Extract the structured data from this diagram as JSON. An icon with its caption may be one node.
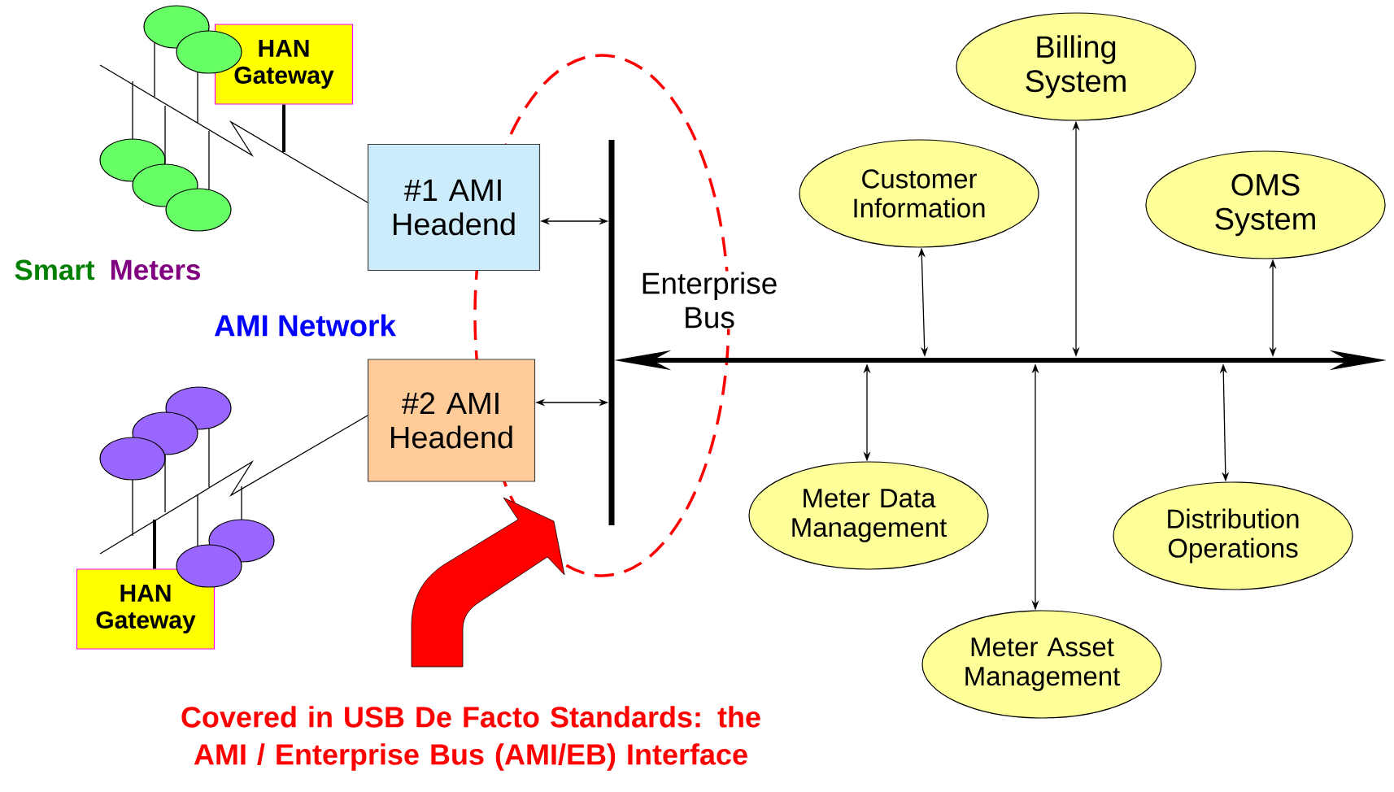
{
  "diagram": {
    "caption": "Covered in USB De Facto Standards: the AMI / Enterprise Bus (AMI/EB) Interface",
    "nodes": [
      {
        "text": [
          "HAN Gateway"
        ]
      },
      {
        "text": [
          "#1 AMI Headend"
        ]
      },
      {
        "text": [
          "#2 AMI Headend"
        ]
      },
      {
        "text": [
          "HAN Gateway"
        ]
      },
      {
        "text": [],
        "shape": "bar"
      },
      {
        "text": [],
        "shape": "bar"
      },
      {
        "text": [
          "Billing System"
        ]
      },
      {
        "text": [
          "Customer Information"
        ]
      },
      {
        "text": [
          "OMS System"
        ]
      },
      {
        "text": [
          "Meter Data Management"
        ]
      },
      {
        "text": [
          "Distribution Operations"
        ]
      },
      {
        "text": [
          "Meter Asset Management"
        ]
      },
      {
        "text": [],
        "shape": "circle"
      },
      {
        "text": [],
        "shape": "circle"
      },
      {
        "text": [],
        "shape": "circle"
      },
      {
        "text": [],
        "shape": "circle"
      },
      {
        "text": [],
        "shape": "circle"
      },
      {
        "text": [],
        "shape": "circle"
      },
      {
        "text": [],
        "shape": "circle"
      },
      {
        "text": [],
        "shape": "circle"
      },
      {
        "text": [],
        "shape": "circle"
      },
      {
        "text": [],
        "shape": "circle"
      }
    ],
    "edges": [
      {
        "from": 0,
        "to": 1,
        "arrow": "none"
      },
      {
        "from": 12,
        "to": 1,
        "arrow": "none"
      },
      {
        "from": 13,
        "to": 1,
        "arrow": "none"
      },
      {
        "from": 14,
        "to": 1,
        "arrow": "none"
      },
      {
        "from": 15,
        "to": 1,
        "arrow": "none"
      },
      {
        "from": 16,
        "to": 1,
        "arrow": "none"
      },
      {
        "from": 3,
        "to": 2,
        "arrow": "none"
      },
      {
        "from": 17,
        "to": 2,
        "arrow": "none"
      },
      {
        "from": 18,
        "to": 2,
        "arrow": "none"
      },
      {
        "from": 19,
        "to": 2,
        "arrow": "none"
      },
      {
        "from": 20,
        "to": 2,
        "arrow": "none"
      },
      {
        "from": 21,
        "to": 2,
        "arrow": "none"
      },
      {
        "from": 1,
        "to": 4,
        "arrow": "both"
      },
      {
        "from": 2,
        "to": 4,
        "arrow": "both"
      },
      {
        "from": 6,
        "to": 5,
        "arrow": "both"
      },
      {
        "from": 7,
        "to": 5,
        "arrow": "both"
      },
      {
        "from": 8,
        "to": 5,
        "arrow": "both"
      },
      {
        "from": 9,
        "to": 5,
        "arrow": "both"
      },
      {
        "from": 10,
        "to": 5,
        "arrow": "both"
      },
      {
        "from": 11,
        "to": 5,
        "arrow": "both"
      }
    ],
    "labels": [
      "Smart",
      "Meters",
      "AMI Network",
      "Enterprise Bus"
    ]
  }
}
